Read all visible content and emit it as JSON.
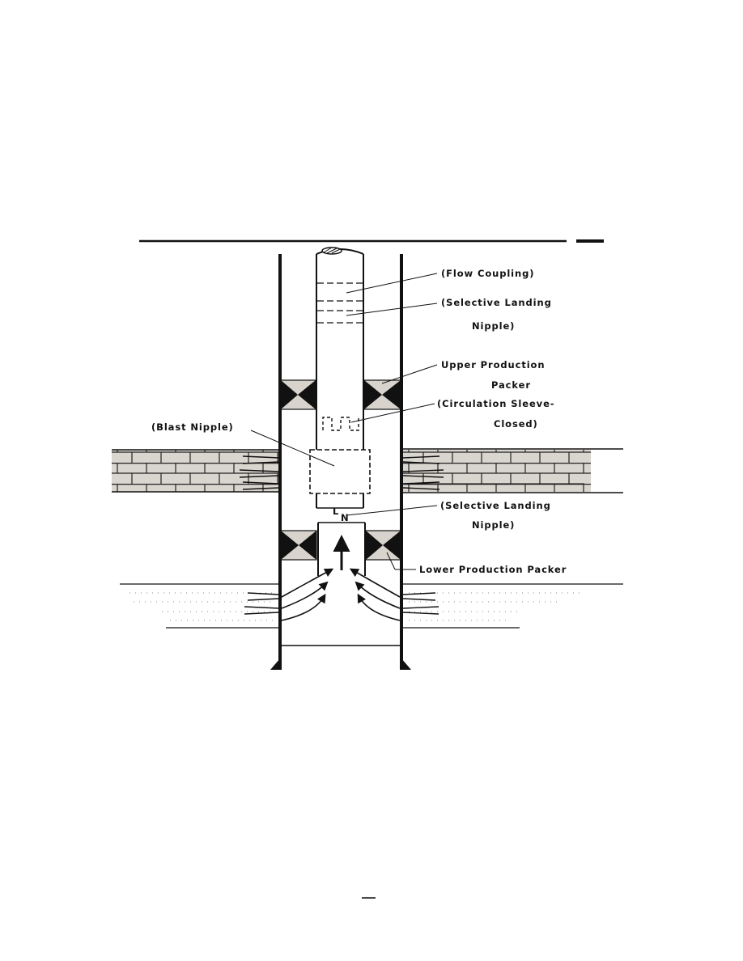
{
  "labels": {
    "flow_coupling": "(Flow Coupling)",
    "selective_landing_upper_1": "(Selective Landing",
    "selective_landing_upper_2": "Nipple)",
    "upper_packer_1": "Upper Production",
    "upper_packer_2": "Packer",
    "circulation_sleeve_1": "(Circulation Sleeve-",
    "circulation_sleeve_2": "Closed)",
    "blast_nipple": "(Blast Nipple)",
    "selective_landing_lower_1": "(Selective Landing",
    "selective_landing_lower_2": "Nipple)",
    "lower_packer": "Lower Production Packer",
    "ln_mark_l": "L",
    "ln_mark_n": "N"
  },
  "colors": {
    "line": "#111111",
    "brick_fill": "#d9d5cf",
    "packer_light": "#d8d4cd",
    "packer_dark": "#111111"
  }
}
